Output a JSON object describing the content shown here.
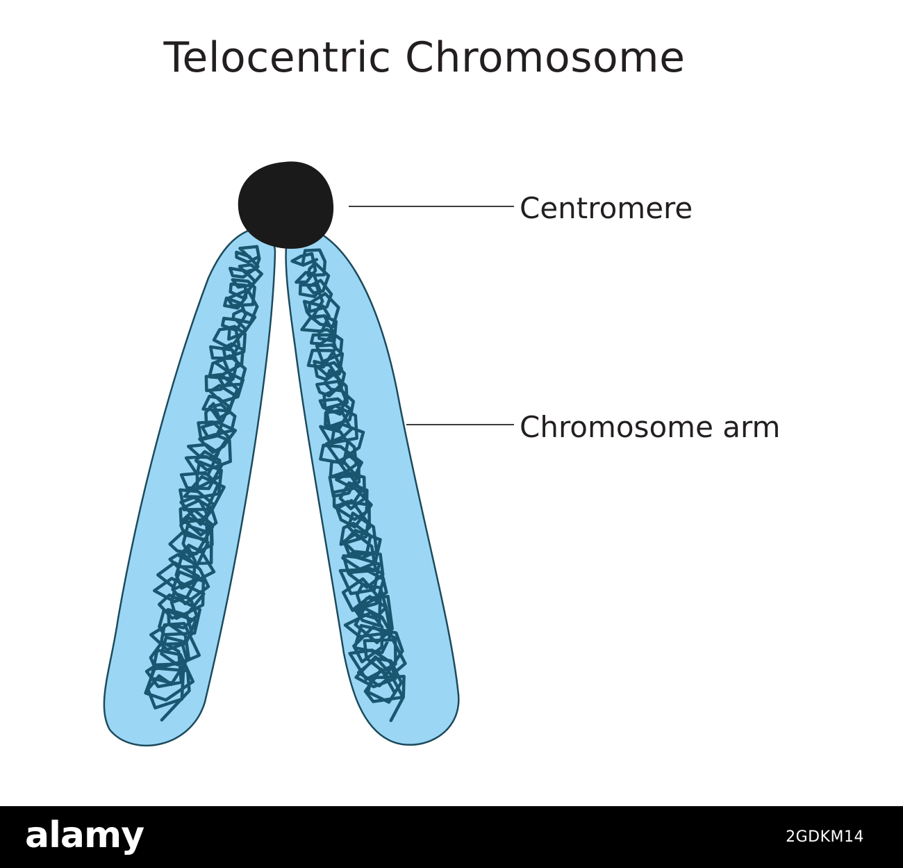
{
  "title": "Telocentric Chromosome",
  "labels": {
    "centromere": "Centromere",
    "arm": "Chromosome arm"
  },
  "colors": {
    "arm_fill": "#9bd7f5",
    "arm_outline": "#1c4a5c",
    "chromatin": "#19566f",
    "centromere": "#1a1a1a",
    "footer_bg": "#000000"
  },
  "footer": {
    "logo": "alamy",
    "image_id": "2GDKM14"
  }
}
